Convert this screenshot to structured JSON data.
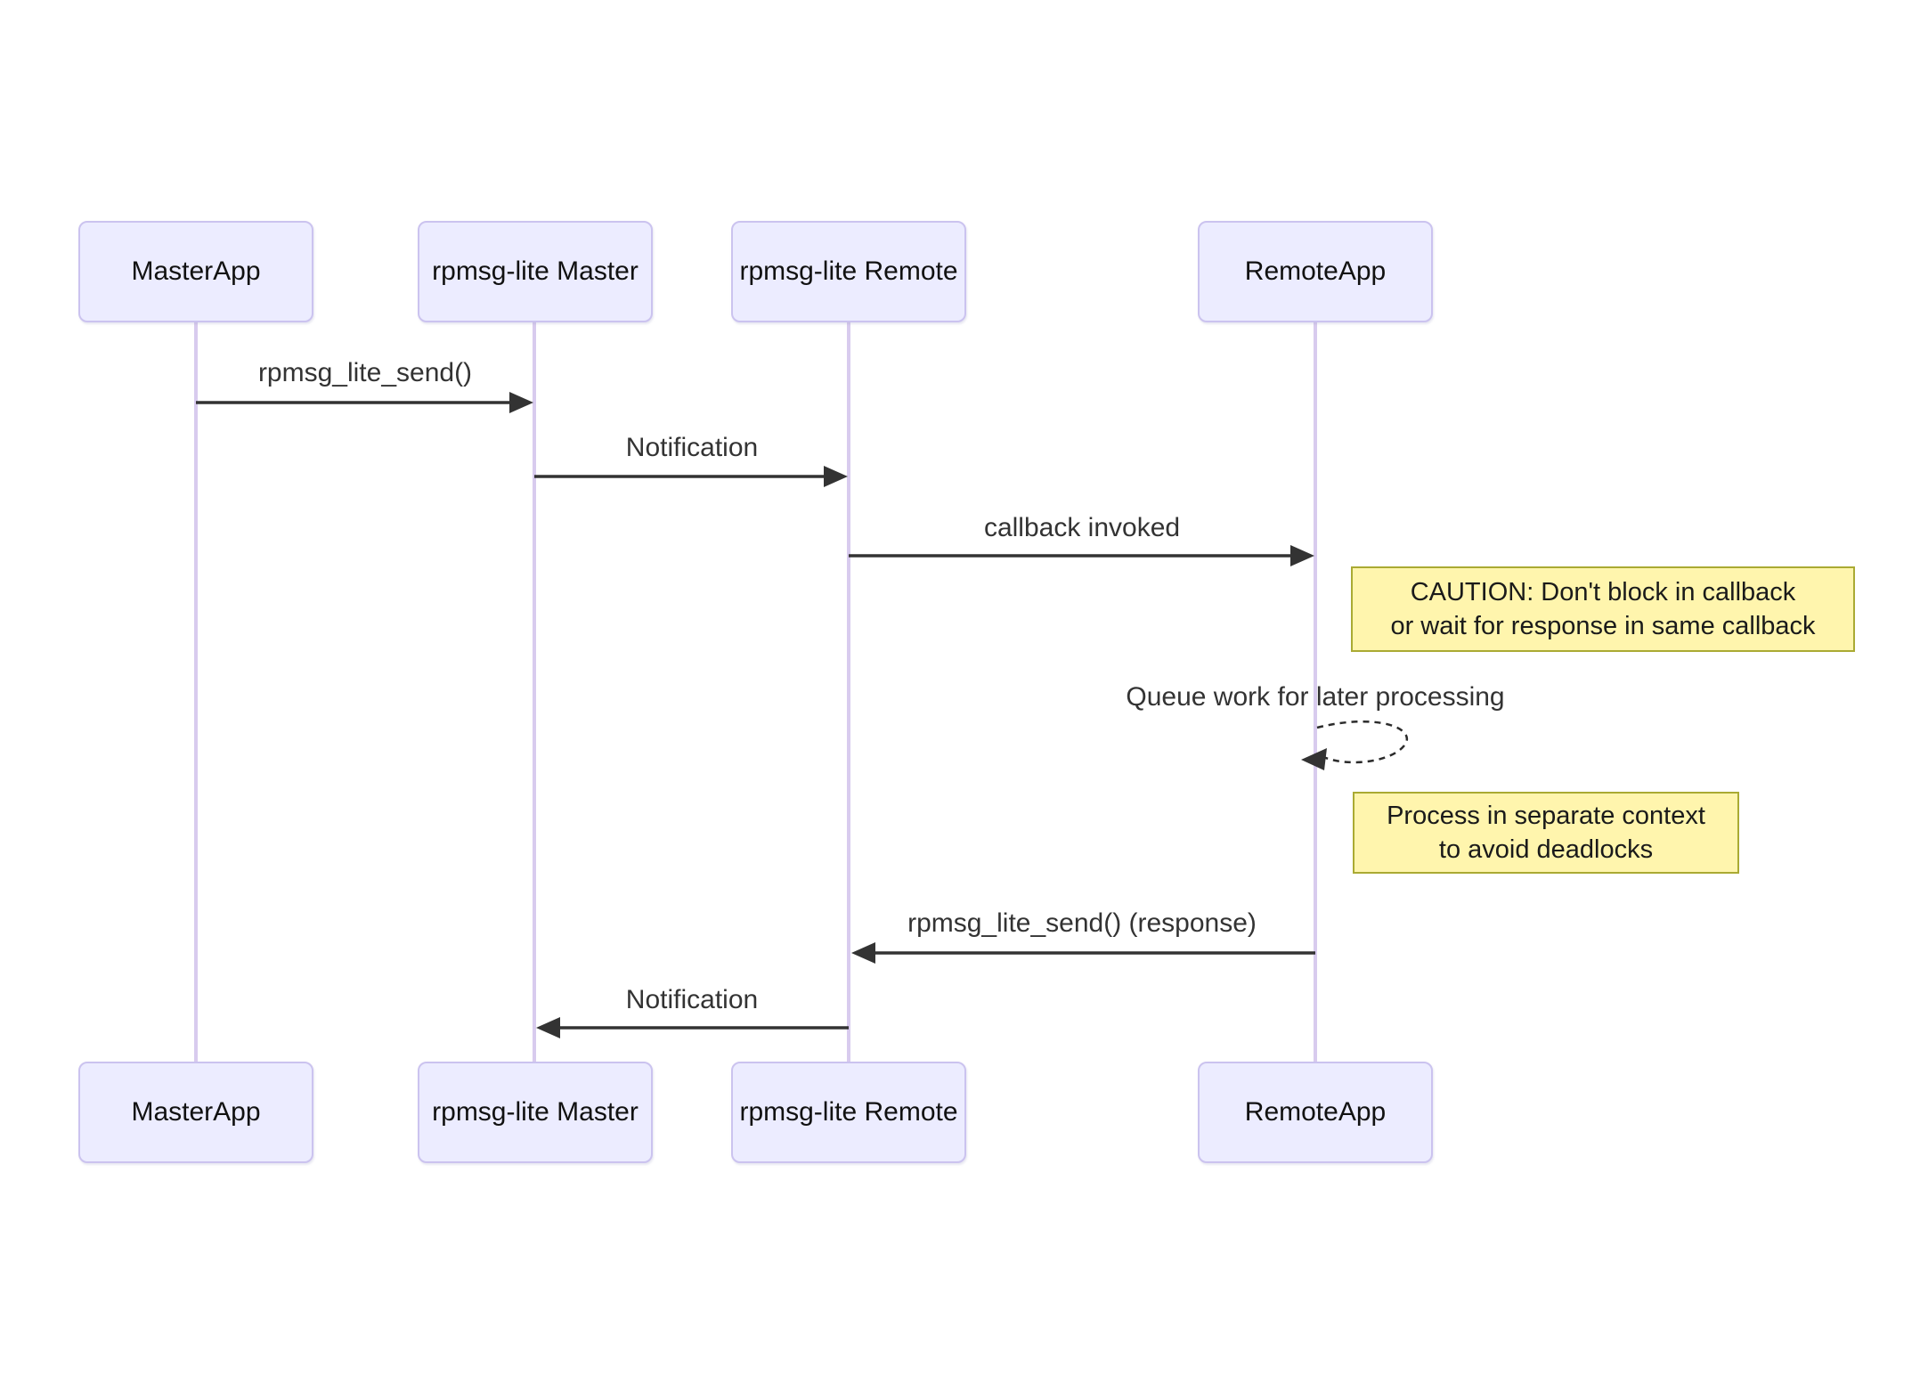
{
  "diagram": {
    "kind": "sequence-diagram",
    "actors": [
      {
        "id": "masterapp",
        "label": "MasterApp"
      },
      {
        "id": "rpmsg-lite-master",
        "label": "rpmsg-lite Master"
      },
      {
        "id": "rpmsg-lite-remote",
        "label": "rpmsg-lite Remote"
      },
      {
        "id": "remoteapp",
        "label": "RemoteApp"
      }
    ],
    "messages": [
      {
        "label": "rpmsg_lite_send()",
        "from": "MasterApp",
        "to": "rpmsg-lite Master",
        "line": "solid",
        "direction": "right"
      },
      {
        "label": "Notification",
        "from": "rpmsg-lite Master",
        "to": "rpmsg-lite Remote",
        "line": "solid",
        "direction": "right"
      },
      {
        "label": "callback invoked",
        "from": "rpmsg-lite Remote",
        "to": "RemoteApp",
        "line": "solid",
        "direction": "right"
      },
      {
        "label": "Queue work for later processing",
        "from": "RemoteApp",
        "to": "RemoteApp",
        "line": "dashed",
        "direction": "self"
      },
      {
        "label": "rpmsg_lite_send() (response)",
        "from": "RemoteApp",
        "to": "rpmsg-lite Remote",
        "line": "solid",
        "direction": "left"
      },
      {
        "label": "Notification",
        "from": "rpmsg-lite Remote",
        "to": "rpmsg-lite Master",
        "line": "solid",
        "direction": "left"
      }
    ],
    "notes": [
      {
        "position": "right of RemoteApp",
        "line1": "CAUTION: Don't block in callback",
        "line2": "or wait for response in same callback"
      },
      {
        "position": "right of RemoteApp",
        "line1": "Process in separate context",
        "line2": "to avoid deadlocks"
      }
    ],
    "colors": {
      "background": "#FFFFFF",
      "actor_fill": "#ECECFF",
      "actor_border": "#CBC3EF",
      "lifeline": "#D8CBEE",
      "note_fill": "#FFF5AD",
      "note_border": "#AAAA33",
      "message_line": "#333333",
      "message_text": "#333333",
      "actor_text": "#111111"
    }
  }
}
